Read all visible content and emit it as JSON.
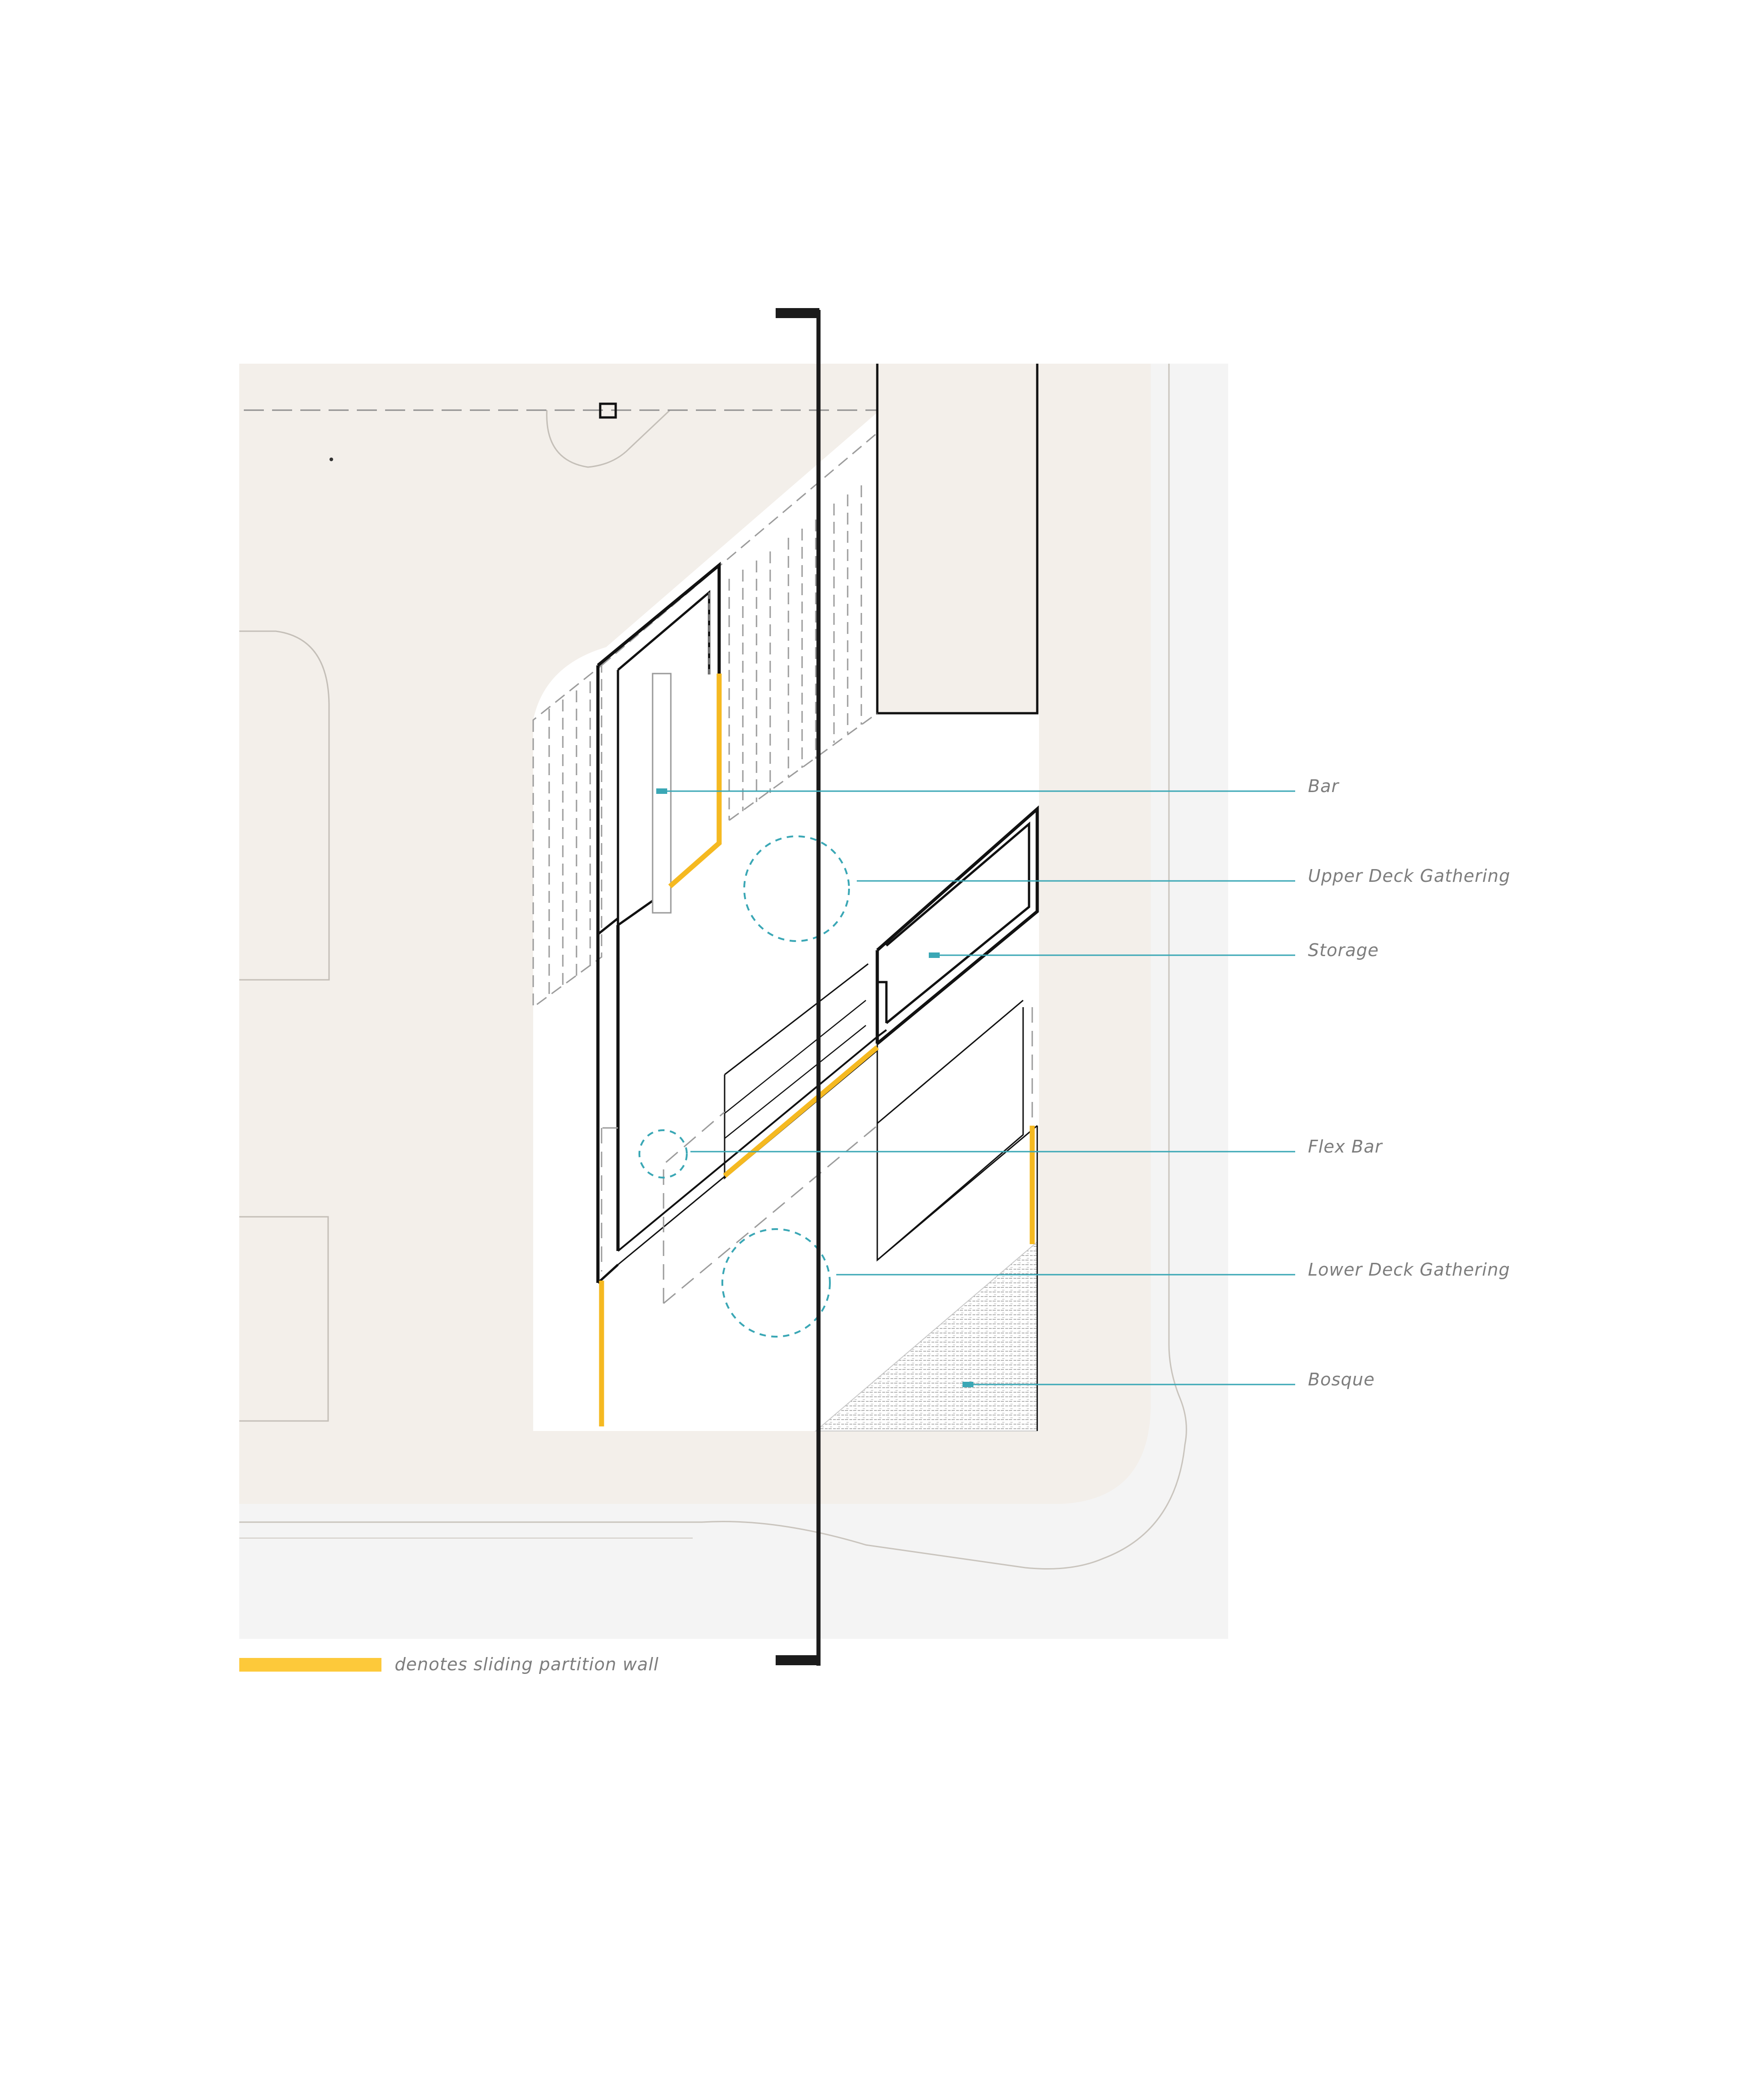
{
  "labels": {
    "bar": "Bar",
    "upper_deck": "Upper Deck Gathering",
    "storage": "Storage",
    "flex_bar": "Flex Bar",
    "lower_deck": "Lower Deck Gathering",
    "bosque": "Bosque"
  },
  "legend": {
    "text": "denotes sliding partition wall"
  },
  "colors": {
    "ground": "#f3efea",
    "street": "#f4f4f4",
    "wall": "#111111",
    "partition": "#f5b921",
    "callout": "#3aa7b5",
    "section_line": "#1b1b1b"
  }
}
